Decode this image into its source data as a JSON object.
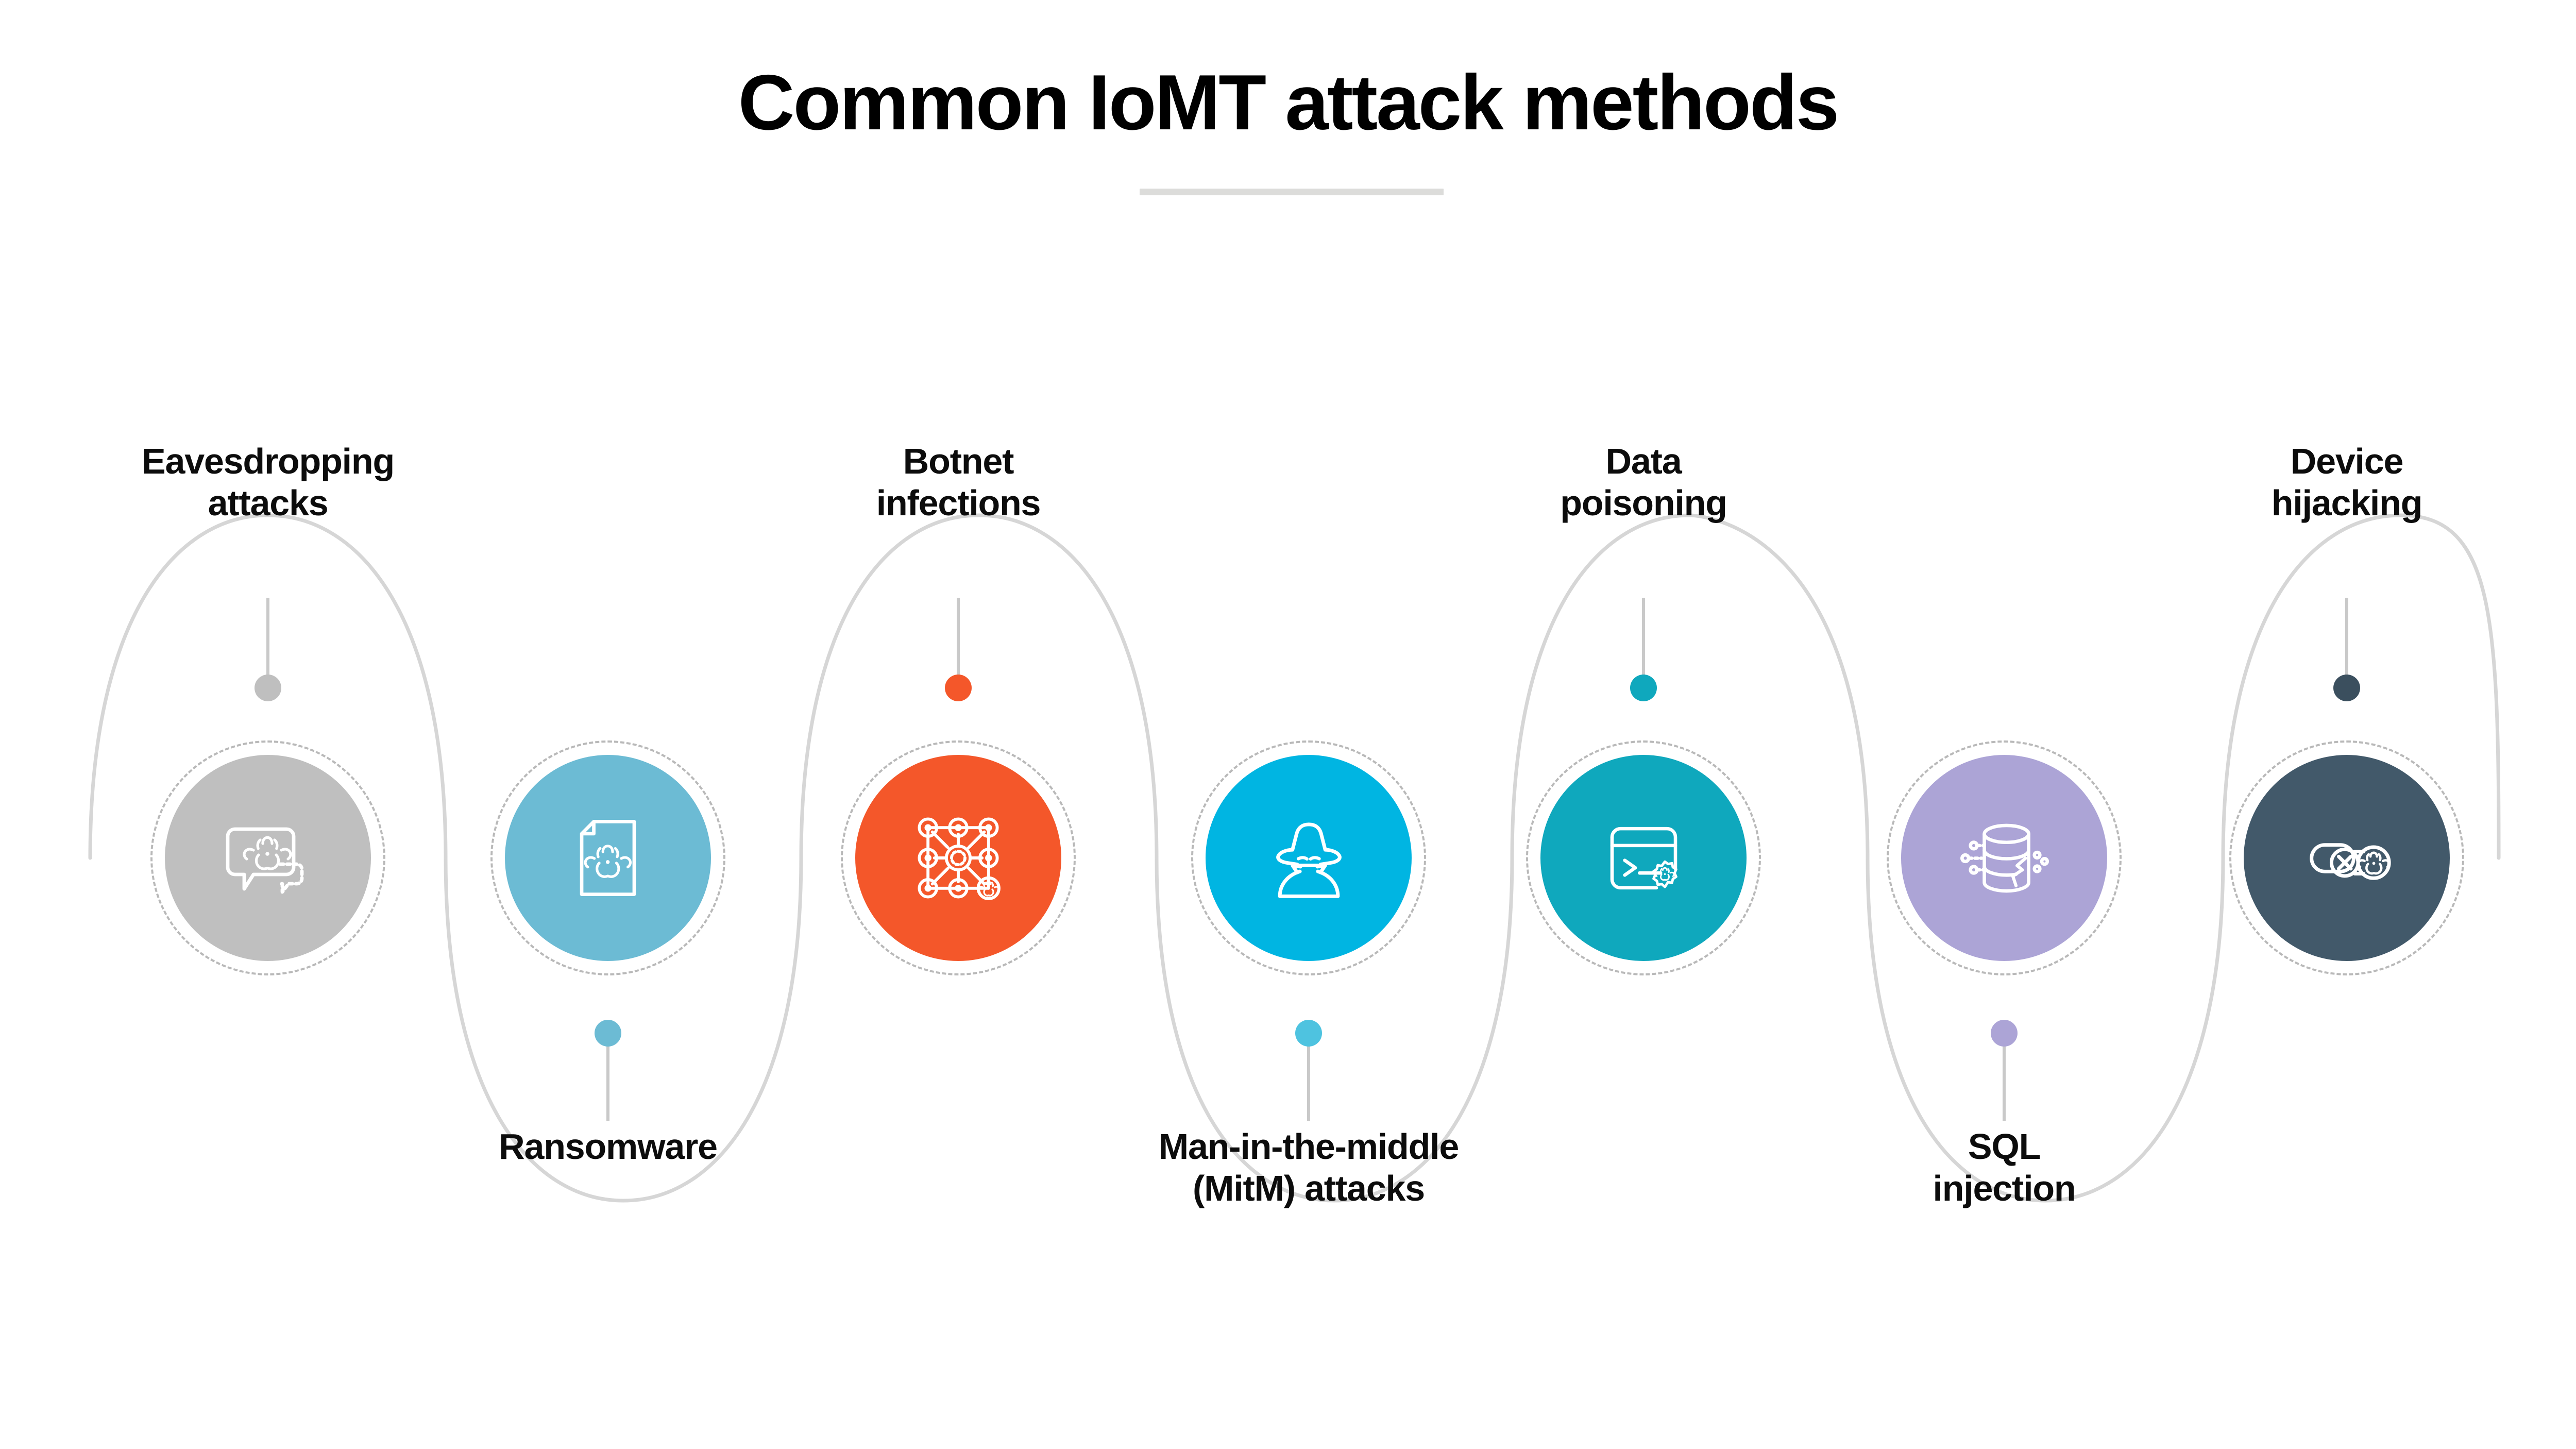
{
  "header": {
    "title": "Common IoMT attack methods",
    "rule_color": "#dcdcda"
  },
  "theme": {
    "background": "#ffffff",
    "text_color": "#0c0c0c",
    "wave_color": "#d6d6d6",
    "ring_color": "#b9b9b9",
    "connector_color": "#c9c9c9",
    "icon_color": "#ffffff"
  },
  "chart_data": {
    "type": "diagram",
    "title": "Common IoMT attack methods",
    "layout": "horizontal sinusoidal timeline, 7 nodes alternating label above / below",
    "nodes": [
      {
        "index": 1,
        "label": "Eavesdropping\nattacks",
        "color": "#bfbfbf",
        "dot_color": "#bfbfbf",
        "icon": "speech-bubble-biohazard-icon",
        "label_position": "above"
      },
      {
        "index": 2,
        "label": "Ransomware",
        "color": "#6cbbd4",
        "dot_color": "#6cbbd4",
        "icon": "document-biohazard-icon",
        "label_position": "below"
      },
      {
        "index": 3,
        "label": "Botnet\ninfections",
        "color": "#f4572a",
        "dot_color": "#f4572a",
        "icon": "network-mesh-virus-icon",
        "label_position": "above"
      },
      {
        "index": 4,
        "label": "Man-in-the-middle\n(MitM) attacks",
        "color": "#00b5e2",
        "dot_color": "#4ec3e0",
        "icon": "spy-hacker-icon",
        "label_position": "below"
      },
      {
        "index": 5,
        "label": "Data\npoisoning",
        "color": "#0fa8bd",
        "dot_color": "#0fa8bd",
        "icon": "terminal-gear-biohazard-icon",
        "label_position": "above"
      },
      {
        "index": 6,
        "label": "SQL\ninjection",
        "color": "#aca4d6",
        "dot_color": "#aca4d6",
        "icon": "cracked-database-icon",
        "label_position": "below"
      },
      {
        "index": 7,
        "label": "Device\nhijacking",
        "color": "#42596a",
        "dot_color": "#3b4f5e",
        "icon": "broken-chain-biohazard-icon",
        "label_position": "above"
      }
    ]
  }
}
